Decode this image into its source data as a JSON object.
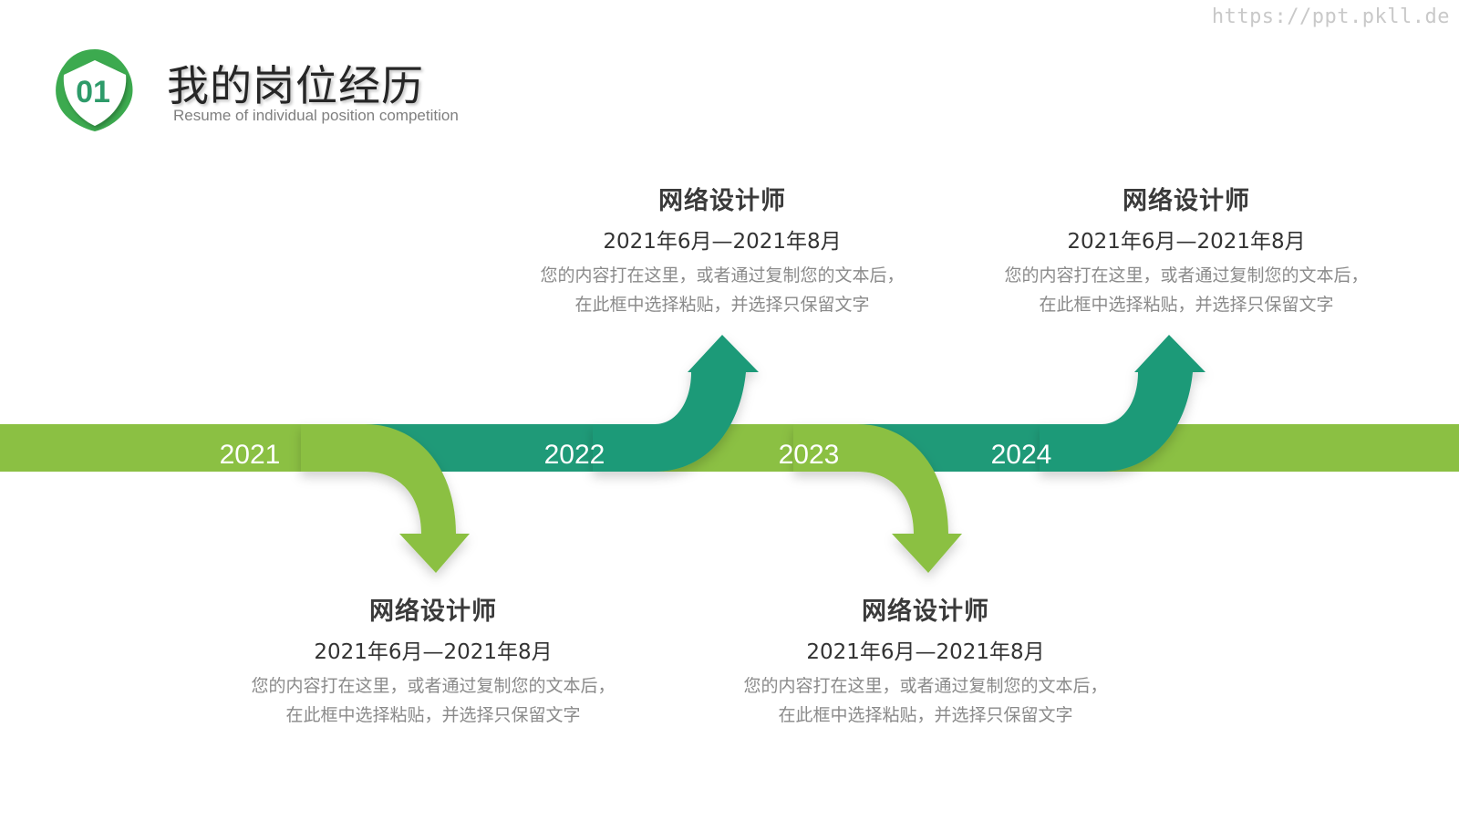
{
  "watermark": "https://ppt.pkll.de",
  "header": {
    "badge_number": "01",
    "title": "我的岗位经历",
    "subtitle": "Resume of individual position competition"
  },
  "colors": {
    "light_green": "#8BC043",
    "dark_green": "#1F9A78",
    "badge_green": "#3CAA4F"
  },
  "timeline": {
    "years": [
      "2021",
      "2022",
      "2023",
      "2024"
    ],
    "entries": [
      {
        "role": "网络设计师",
        "period": "2021年6月—2021年8月",
        "desc_line1": "您的内容打在这里，或者通过复制您的文本后，",
        "desc_line2": "在此框中选择粘贴，并选择只保留文字"
      },
      {
        "role": "网络设计师",
        "period": "2021年6月—2021年8月",
        "desc_line1": "您的内容打在这里，或者通过复制您的文本后，",
        "desc_line2": "在此框中选择粘贴，并选择只保留文字"
      },
      {
        "role": "网络设计师",
        "period": "2021年6月—2021年8月",
        "desc_line1": "您的内容打在这里，或者通过复制您的文本后，",
        "desc_line2": "在此框中选择粘贴，并选择只保留文字"
      },
      {
        "role": "网络设计师",
        "period": "2021年6月—2021年8月",
        "desc_line1": "您的内容打在这里，或者通过复制您的文本后，",
        "desc_line2": "在此框中选择粘贴，并选择只保留文字"
      }
    ]
  }
}
